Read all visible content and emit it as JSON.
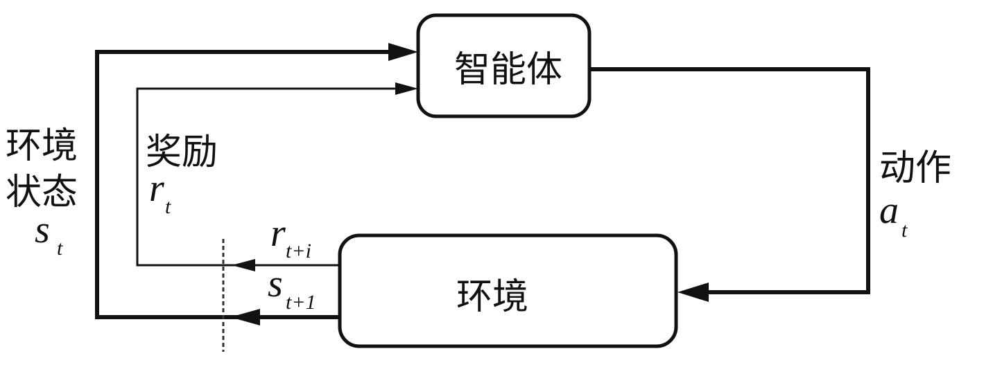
{
  "agent": {
    "label": "智能体"
  },
  "environment": {
    "label": "环境"
  },
  "state_signal": {
    "line1": "环境",
    "line2": "状态",
    "symbol": "s",
    "subscript": "t"
  },
  "reward_signal": {
    "label": "奖励",
    "symbol": "r",
    "subscript": "t"
  },
  "action_signal": {
    "label": "动作",
    "symbol": "a",
    "subscript": "t"
  },
  "next_reward": {
    "symbol": "r",
    "subscript": "t+i"
  },
  "next_state": {
    "symbol": "s",
    "subscript": "t+1"
  }
}
